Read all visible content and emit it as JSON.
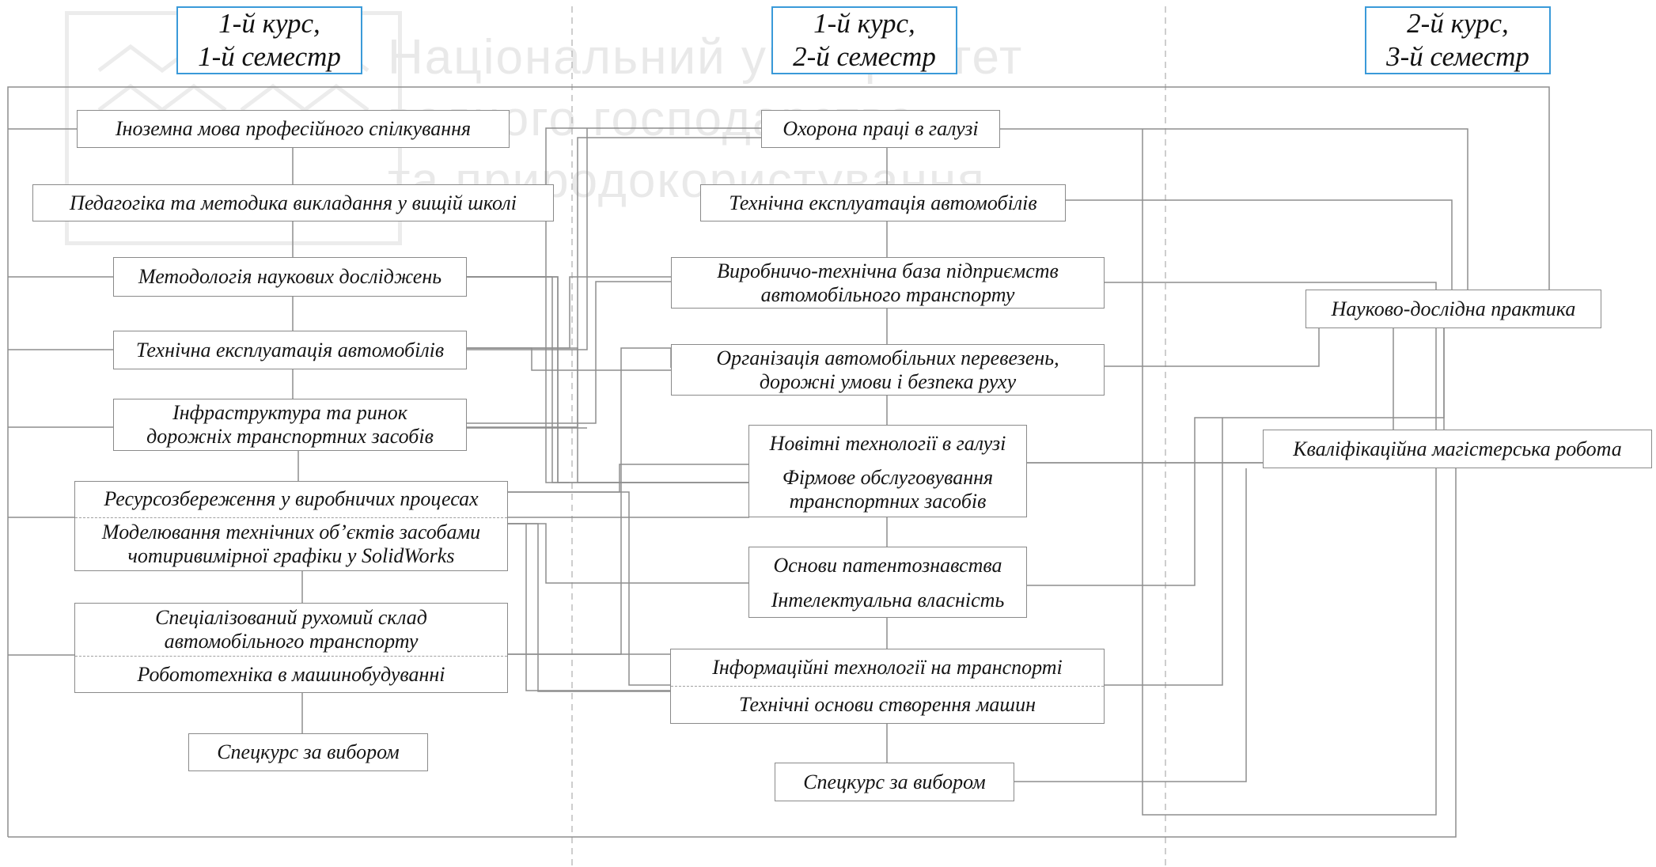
{
  "watermark": {
    "line1": "Національний університет",
    "line2": "водного господарства",
    "line3": "та природокористування"
  },
  "headers": {
    "sem1": {
      "line1": "1-й курс,",
      "line2": "1-й семестр"
    },
    "sem2": {
      "line1": "1-й курс,",
      "line2": "2-й семестр"
    },
    "sem3": {
      "line1": "2-й курс,",
      "line2": "3-й семестр"
    }
  },
  "semester1": {
    "foreign_language": "Іноземна мова професійного спілкування",
    "pedagogy": "Педагогіка та методика викладання у вищій школі",
    "methodology": "Методологія наукових досліджень",
    "tech_operation": "Технічна експлуатація автомобілів",
    "infrastructure": {
      "line1": "Інфраструктура та ринок",
      "line2": "дорожніх транспортних засобів"
    },
    "resource_saving": "Ресурсозбереження у виробничих процесах",
    "modeling": {
      "line1": "Моделювання технічних об’єктів засобами",
      "line2": "чотиривимірної графіки у SolidWorks"
    },
    "rolling_stock": {
      "line1": "Спеціалізований рухомий склад",
      "line2": "автомобільного транспорту"
    },
    "robotics": "Робототехніка в машинобудуванні",
    "special_course": "Спецкурс за вибором"
  },
  "semester2": {
    "labor_protection": "Охорона праці в галузі",
    "tech_operation": "Технічна експлуатація автомобілів",
    "production_base": {
      "line1": "Виробничо-технічна база підприємств",
      "line2": "автомобільного транспорту"
    },
    "transport_organization": {
      "line1": "Організація автомобільних перевезень,",
      "line2": "дорожні умови і безпека руху"
    },
    "new_technologies": "Новітні технології в галузі",
    "brand_service": {
      "line1": "Фірмове обслуговування",
      "line2": "транспортних засобів"
    },
    "patent_basics": "Основи патентознавства",
    "intellectual_property": "Інтелектуальна власність",
    "it_transport": "Інформаційні технології на транспорті",
    "machine_basics": "Технічні основи створення машин",
    "special_course": "Спецкурс за вибором"
  },
  "semester3": {
    "research_practice": "Науково-дослідна практика",
    "master_thesis": "Кваліфікаційна магістерська робота"
  },
  "colors": {
    "header_border": "#3a9ad9",
    "box_border": "#8a8a8a",
    "connector": "#8e8e8e",
    "divider": "#bdbdbd",
    "watermark": "#e9e9e9"
  }
}
